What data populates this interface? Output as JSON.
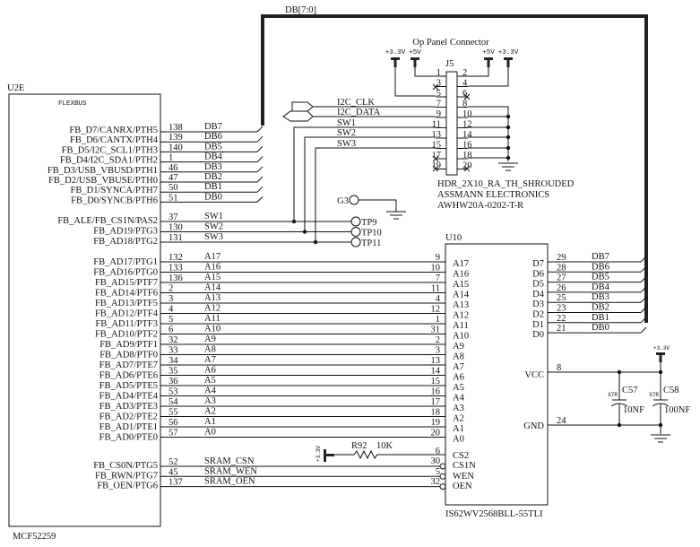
{
  "bus_label": "DB[7:0]",
  "mcu": {
    "ref": "U2E",
    "block_title": "FLEXBUS",
    "part": "MCF52259",
    "data_pins": [
      {
        "name": "FB_D7/CANRX/PTH5",
        "pin": "138",
        "net": "DB7"
      },
      {
        "name": "FB_D6/CANTX/PTH4",
        "pin": "139",
        "net": "DB6"
      },
      {
        "name": "FB_D5/I2C_SCL1/PTH3",
        "pin": "140",
        "net": "DB5"
      },
      {
        "name": "FB_D4/I2C_SDA1/PTH2",
        "pin": "1",
        "net": "DB4"
      },
      {
        "name": "FB_D3/USB_VBUSD/PTH1",
        "pin": "46",
        "net": "DB3"
      },
      {
        "name": "FB_D2/USB_VBUSE/PTH0",
        "pin": "47",
        "net": "DB2"
      },
      {
        "name": "FB_D1/SYNCA/PTH7",
        "pin": "50",
        "net": "DB1"
      },
      {
        "name": "FB_D0/SYNCB/PTH6",
        "pin": "51",
        "net": "DB0"
      }
    ],
    "sw_pins": [
      {
        "name": "FB_ALE/FB_CS1N/PAS2",
        "pin": "37",
        "net": "SW1"
      },
      {
        "name": "FB_AD19/PTG3",
        "pin": "130",
        "net": "SW2"
      },
      {
        "name": "FB_AD18/PTG2",
        "pin": "131",
        "net": "SW3"
      }
    ],
    "addr_pins": [
      {
        "name": "FB_AD17/PTG1",
        "pin": "132",
        "net": "A17"
      },
      {
        "name": "FB_AD16/PTG0",
        "pin": "133",
        "net": "A16"
      },
      {
        "name": "FB_AD15/PTF7",
        "pin": "136",
        "net": "A15"
      },
      {
        "name": "FB_AD14/PTF6",
        "pin": "2",
        "net": "A14"
      },
      {
        "name": "FB_AD13/PTF5",
        "pin": "3",
        "net": "A13"
      },
      {
        "name": "FB_AD12/PTF4",
        "pin": "4",
        "net": "A12"
      },
      {
        "name": "FB_AD11/PTF3",
        "pin": "5",
        "net": "A11"
      },
      {
        "name": "FB_AD10/PTF2",
        "pin": "6",
        "net": "A10"
      },
      {
        "name": "FB_AD9/PTF1",
        "pin": "32",
        "net": "A9"
      },
      {
        "name": "FB_AD8/PTF0",
        "pin": "33",
        "net": "A8"
      },
      {
        "name": "FB_AD7/PTE7",
        "pin": "34",
        "net": "A7"
      },
      {
        "name": "FB_AD6/PTE6",
        "pin": "35",
        "net": "A6"
      },
      {
        "name": "FB_AD5/PTE5",
        "pin": "36",
        "net": "A5"
      },
      {
        "name": "FB_AD4/PTE4",
        "pin": "53",
        "net": "A4"
      },
      {
        "name": "FB_AD3/PTE3",
        "pin": "54",
        "net": "A3"
      },
      {
        "name": "FB_AD2/PTE2",
        "pin": "55",
        "net": "A2"
      },
      {
        "name": "FB_AD1/PTE1",
        "pin": "56",
        "net": "A1"
      },
      {
        "name": "FB_AD0/PTE0",
        "pin": "57",
        "net": "A0"
      }
    ],
    "ctrl_pins": [
      {
        "name": "FB_CS0N/PTG5",
        "pin": "52",
        "net": "SRAM_CSN"
      },
      {
        "name": "FB_RWN/PTG7",
        "pin": "45",
        "net": "SRAM_WEN"
      },
      {
        "name": "FB_OEN/PTG6",
        "pin": "137",
        "net": "SRAM_OEN"
      }
    ]
  },
  "connector": {
    "title": "Op Panel Connector",
    "ref": "J5",
    "desc": [
      "HDR_2X10_RA_TH_SHROUDED",
      "ASSMANN ELECTRONICS",
      "AWHW20A-0202-T-R"
    ],
    "power_labels": [
      "+3.3V",
      "+5V",
      "+5V",
      "+3.3V"
    ],
    "left_pins": [
      "1",
      "3",
      "5",
      "7",
      "9",
      "11",
      "13",
      "15",
      "17",
      "19"
    ],
    "right_pins": [
      "2",
      "4",
      "6",
      "8",
      "10",
      "12",
      "14",
      "16",
      "18",
      "20"
    ],
    "nets": [
      {
        "pin": "7",
        "net": "I2C_CLK"
      },
      {
        "pin": "9",
        "net": "I2C_DATA"
      },
      {
        "pin": "11",
        "net": "SW1"
      },
      {
        "pin": "13",
        "net": "SW2"
      },
      {
        "pin": "15",
        "net": "SW3"
      }
    ]
  },
  "testpoints": [
    {
      "ref": "G3"
    },
    {
      "ref": "TP9"
    },
    {
      "ref": "TP10"
    },
    {
      "ref": "TP11"
    }
  ],
  "sram": {
    "ref": "U10",
    "part": "IS62WV2568BLL-55TLI",
    "addr_pins": [
      {
        "pin": "9",
        "name": "A17"
      },
      {
        "pin": "10",
        "name": "A16"
      },
      {
        "pin": "7",
        "name": "A15"
      },
      {
        "pin": "11",
        "name": "A14"
      },
      {
        "pin": "4",
        "name": "A13"
      },
      {
        "pin": "12",
        "name": "A12"
      },
      {
        "pin": "1",
        "name": "A11"
      },
      {
        "pin": "31",
        "name": "A10"
      },
      {
        "pin": "2",
        "name": "A9"
      },
      {
        "pin": "3",
        "name": "A8"
      },
      {
        "pin": "13",
        "name": "A7"
      },
      {
        "pin": "14",
        "name": "A6"
      },
      {
        "pin": "15",
        "name": "A5"
      },
      {
        "pin": "16",
        "name": "A4"
      },
      {
        "pin": "17",
        "name": "A3"
      },
      {
        "pin": "18",
        "name": "A2"
      },
      {
        "pin": "19",
        "name": "A1"
      },
      {
        "pin": "20",
        "name": "A0"
      }
    ],
    "data_pins": [
      {
        "pin": "29",
        "name": "D7",
        "net": "DB7"
      },
      {
        "pin": "28",
        "name": "D6",
        "net": "DB6"
      },
      {
        "pin": "27",
        "name": "D5",
        "net": "DB5"
      },
      {
        "pin": "26",
        "name": "D4",
        "net": "DB4"
      },
      {
        "pin": "25",
        "name": "D3",
        "net": "DB3"
      },
      {
        "pin": "23",
        "name": "D2",
        "net": "DB2"
      },
      {
        "pin": "22",
        "name": "D1",
        "net": "DB1"
      },
      {
        "pin": "21",
        "name": "D0",
        "net": "DB0"
      }
    ],
    "ctrl_pins": [
      {
        "pin": "6",
        "name": "CS2"
      },
      {
        "pin": "30",
        "name": "CS1N"
      },
      {
        "pin": "5",
        "name": "WEN"
      },
      {
        "pin": "32",
        "name": "OEN"
      }
    ],
    "power_pins": [
      {
        "pin": "8",
        "name": "VCC"
      },
      {
        "pin": "24",
        "name": "GND"
      }
    ]
  },
  "resistor": {
    "ref": "R92",
    "value": "10K",
    "supply": "+3.3V"
  },
  "decoupling": {
    "supply": "+3.3V",
    "caps": [
      {
        "ref": "C57",
        "value": "10NF",
        "dielectric": "X7R"
      },
      {
        "ref": "C58",
        "value": "100NF",
        "dielectric": "X7R"
      }
    ]
  }
}
